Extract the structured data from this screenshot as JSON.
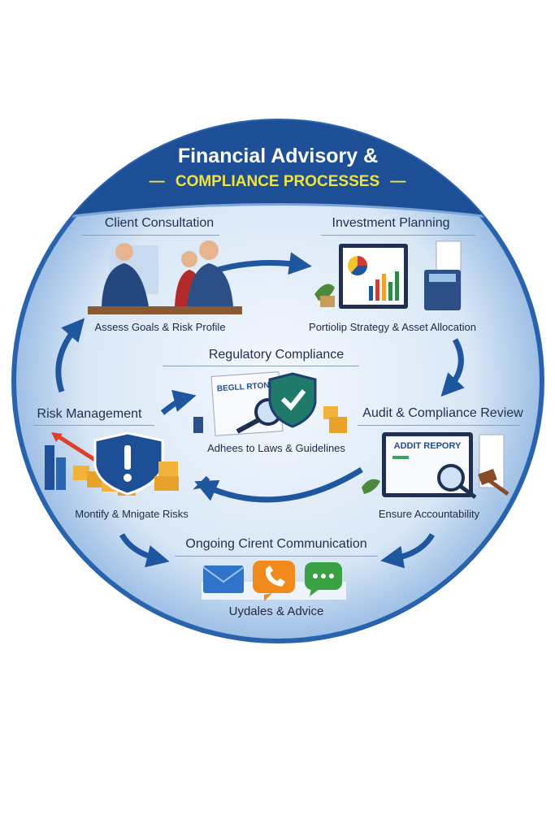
{
  "title": {
    "line1": "Financial Advisory &",
    "line2": "COMPLIANCE PROCESSES",
    "dash": "—"
  },
  "steps": {
    "client_consultation": {
      "heading": "Client Consultation",
      "caption": "Assess Goals & Risk Profile"
    },
    "investment_planning": {
      "heading": "Investment Planning",
      "caption": "Portiolip Strategy & Asset Allocation"
    },
    "regulatory_compliance": {
      "heading": "Regulatory Compliance",
      "caption": "Adhees to Laws & Guidelines",
      "doc_label": "BEGLL RTONS"
    },
    "risk_management": {
      "heading": "Risk Management",
      "caption": "Montify & Mnigate Risks"
    },
    "audit_review": {
      "heading": "Audit & Compliance Review",
      "caption": "Ensure Accountability",
      "doc_label": "ADDIT REPORY"
    },
    "communication": {
      "heading": "Ongoing Cirent Communication",
      "caption": "Uydales & Advice"
    }
  },
  "colors": {
    "primary": "#1f56a0",
    "band": "#1d4f96",
    "accent_yellow": "#f2e33a",
    "circle_light": "#e6f0fa"
  }
}
